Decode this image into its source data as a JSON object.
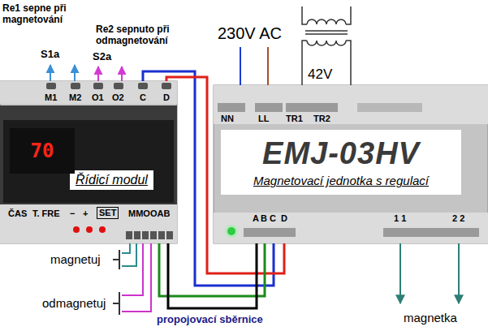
{
  "diagram": {
    "nodes": [
      {
        "text": [
          "Řídicí modul"
        ]
      },
      {
        "text": [
          "70"
        ],
        "in": 0
      },
      {
        "text": [
          "EMJ-03HV",
          "Magnetovací jednotka s regulací"
        ]
      }
    ],
    "edges": [
      {
        "from": 0,
        "to": 2,
        "arrow": "none"
      },
      {
        "from": 0,
        "to": 2,
        "arrow": "none"
      },
      {
        "from": 0,
        "to": 2,
        "arrow": "none"
      },
      {
        "from": 0,
        "to": 2,
        "arrow": "none"
      }
    ],
    "labels": [
      "Re1 sepne při magnetování",
      "S1a",
      "Re2 sepnuto při odmagnetování",
      "S2a",
      "230V AC",
      "42V",
      "M1",
      "M2",
      "O1",
      "O2",
      "C",
      "D",
      "NN",
      "LL",
      "TR1",
      "TR2",
      "ČAS",
      "T. FRE",
      "−",
      "+",
      "SET",
      "MMOOAB",
      "A",
      "B",
      "C",
      "D",
      "1 1",
      "2 2",
      "magnetuj",
      "odmagnetuj",
      "propojovací sběrnice",
      "magnetka"
    ]
  }
}
